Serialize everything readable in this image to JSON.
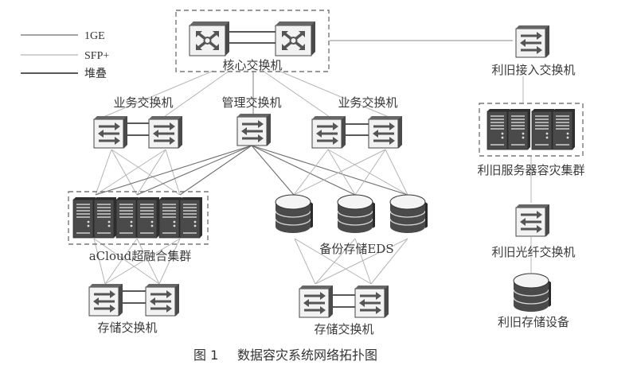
{
  "legend": [
    {
      "label": "1GE",
      "color": "#6e6e6e"
    },
    {
      "label": "SFP+",
      "color": "#b4b4b4"
    },
    {
      "label": "堆叠",
      "color": "#222222"
    }
  ],
  "nodes": {
    "core_switch": {
      "label": "核心交换机",
      "icon": "core-switch-icon",
      "count": 2
    },
    "business_switch_left": {
      "label": "业务交换机",
      "icon": "switch-icon",
      "count": 2
    },
    "management_switch": {
      "label": "管理交换机",
      "icon": "switch-icon",
      "count": 1
    },
    "business_switch_right": {
      "label": "业务交换机",
      "icon": "switch-icon",
      "count": 2
    },
    "acloud_cluster": {
      "label": "aCloud超融合集群",
      "icon": "server-icon",
      "count": 6
    },
    "backup_storage": {
      "label": "备份存储EDS",
      "icon": "disk-storage-icon",
      "count": 3
    },
    "storage_switch_left": {
      "label": "存储交换机",
      "icon": "switch-icon",
      "count": 2
    },
    "storage_switch_right": {
      "label": "存储交换机",
      "icon": "switch-icon",
      "count": 2
    },
    "legacy_access_switch": {
      "label": "利旧接入交换机",
      "icon": "switch-icon",
      "count": 1
    },
    "legacy_server_cluster": {
      "label": "利旧服务器容灾集群",
      "icon": "server-icon",
      "count": 4
    },
    "legacy_fiber_switch": {
      "label": "利旧光纤交换机",
      "icon": "switch-icon",
      "count": 1
    },
    "legacy_storage": {
      "label": "利旧存储设备",
      "icon": "disk-storage-icon",
      "count": 1
    }
  },
  "caption": {
    "figure_no": "图 1",
    "title": "数据容灾系统网络拓扑图"
  }
}
